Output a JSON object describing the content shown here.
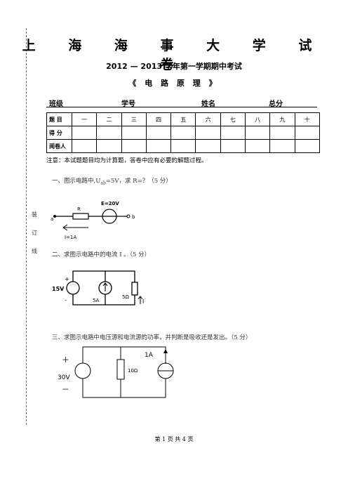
{
  "binding_marks": [
    "装",
    "订",
    "线"
  ],
  "title": "上 海 海 事 大 学 试 卷",
  "subtitle": "2012 — 2013 学年第一学期期中考试",
  "course": "《 电 路 原 理 》",
  "info": {
    "class_label": "班级",
    "id_label": "学号",
    "name_label": "姓名",
    "total_label": "总分"
  },
  "score_table": {
    "row_headers": [
      "题 目",
      "得 分",
      "阅卷人"
    ],
    "questions": [
      "一",
      "二",
      "三",
      "四",
      "五",
      "六",
      "七",
      "八",
      "九",
      "十"
    ]
  },
  "note": "注意：本试题题目均为计算题，答卷中应有必要的解题过程。",
  "questions": {
    "q1": {
      "prefix": "一、图示电路中,U",
      "sub": "ab",
      "suffix": "=5V，求 R=？（5 分）"
    },
    "q2": "二、求图示电路中的电流 I 。（5 分）",
    "q3": "三、求图示电路中电压源和电流源的功率，并判断是吸收还是发出。（5 分）"
  },
  "circuit1": {
    "node_a": "a",
    "node_b": "b",
    "resistor": "R",
    "source": "E=20V",
    "current": "I=1A"
  },
  "circuit2": {
    "vsource": "15V",
    "plus": "+",
    "minus": "-",
    "isource": "5A",
    "resistor": "5Ω",
    "current": "I"
  },
  "circuit3": {
    "vsource": "30V",
    "plus": "＋",
    "minus": "－",
    "resistor": "10Ω",
    "isource": "1A"
  },
  "footer": "第 1 页 共 4 页"
}
